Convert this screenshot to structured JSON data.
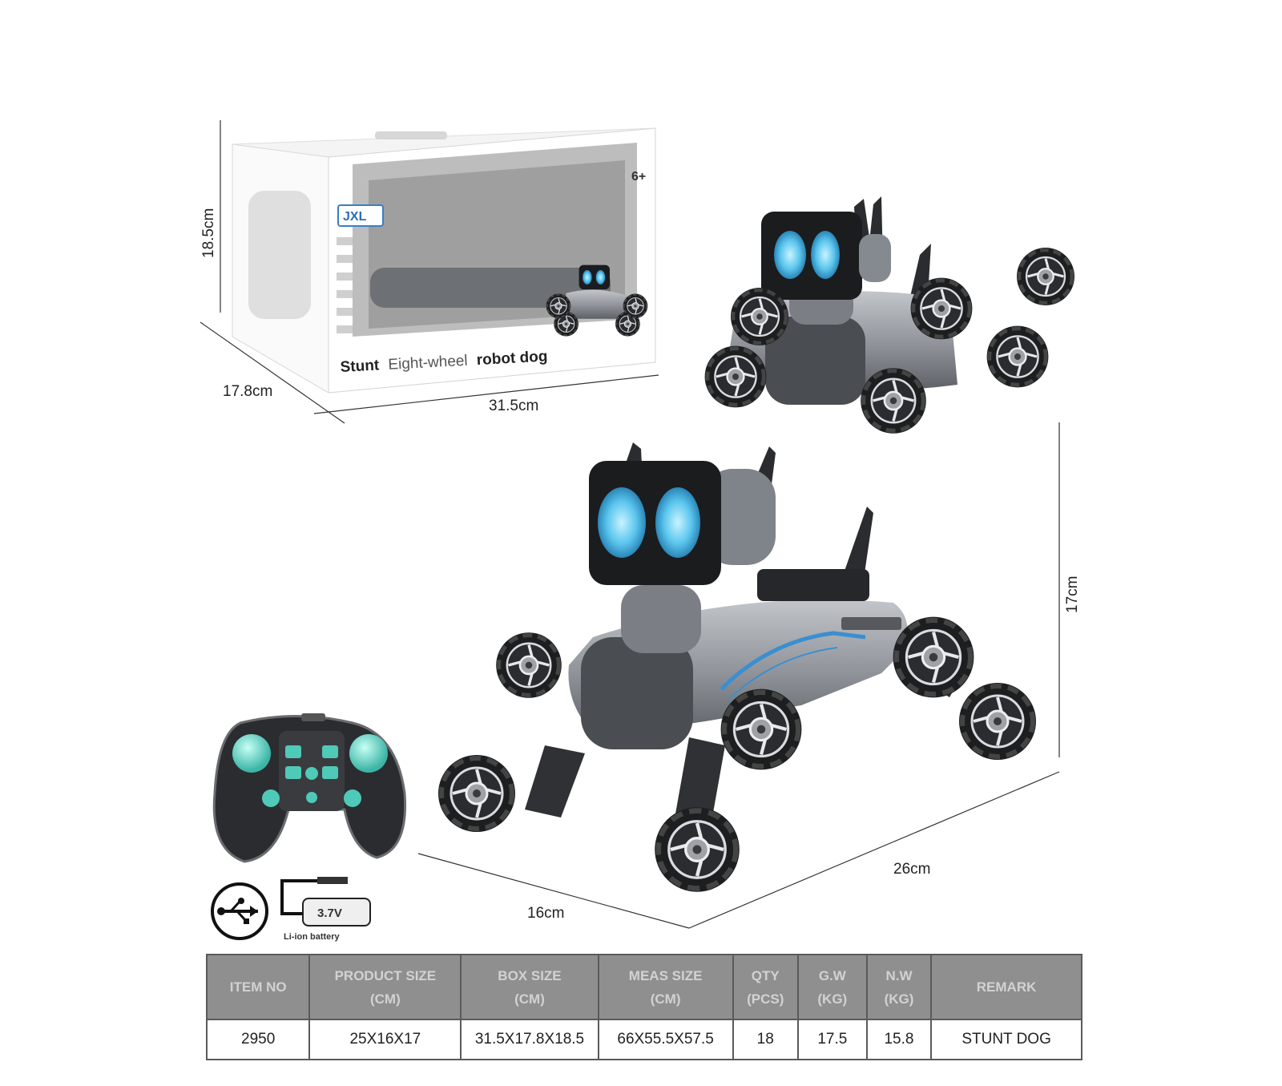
{
  "box": {
    "title_a": "Stunt",
    "title_b": "Eight-wheel",
    "title_c": "robot dog",
    "brand": "JXL",
    "age": "6+",
    "height": "18.5cm",
    "depth": "17.8cm",
    "width": "31.5cm"
  },
  "product": {
    "height": "17cm",
    "length": "26cm",
    "width": "16cm"
  },
  "battery": {
    "voltage": "3.7V",
    "label": "Li-ion battery"
  },
  "icons": [
    "usb-icon",
    "battery-icon",
    "remote-controller",
    "robot-dog"
  ],
  "colors": {
    "eye_glow": "#5cc6ee",
    "body": "#9a9ea4",
    "accent": "#3a8fd0",
    "header_bg": "#8f8f8f"
  },
  "spec_table": {
    "headers": [
      [
        "ITEM NO"
      ],
      [
        "PRODUCT SIZE",
        "(CM)"
      ],
      [
        "BOX SIZE",
        "(CM)"
      ],
      [
        "MEAS SIZE",
        "(CM)"
      ],
      [
        "QTY",
        "(PCS)"
      ],
      [
        "G.W",
        "(KG)"
      ],
      [
        "N.W",
        "(KG)"
      ],
      [
        "REMARK"
      ]
    ],
    "row": [
      "2950",
      "25X16X17",
      "31.5X17.8X18.5",
      "66X55.5X57.5",
      "18",
      "17.5",
      "15.8",
      "STUNT DOG"
    ]
  }
}
